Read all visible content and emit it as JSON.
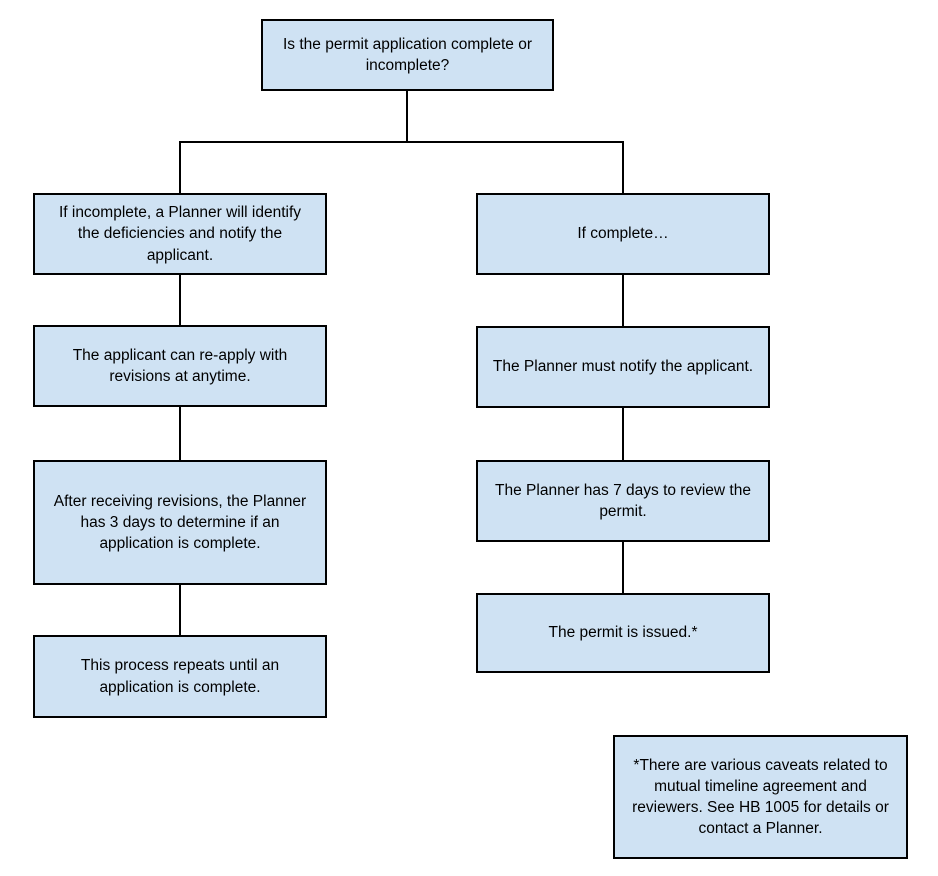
{
  "diagram": {
    "type": "flowchart",
    "topic": "Permit application completeness review process",
    "colors": {
      "box_fill": "#cfe2f3",
      "box_border": "#000000",
      "text": "#000000",
      "connector": "#000000",
      "background": "#ffffff"
    },
    "nodes": {
      "question": "Is the permit application complete or incomplete?",
      "incomplete_branch": {
        "step1": "If incomplete, a Planner will identify the deficiencies and notify the applicant.",
        "step2": "The applicant can re-apply with revisions at anytime.",
        "step3": "After receiving revisions, the Planner has 3 days to determine if an application is complete.",
        "step4": "This process repeats until an application is complete."
      },
      "complete_branch": {
        "step1": "If complete…",
        "step2": "The Planner must notify the applicant.",
        "step3": "The Planner has 7 days to review the permit.",
        "step4": "The permit is issued.*"
      },
      "footnote": "*There are various caveats related to mutual timeline agreement and reviewers. See HB 1005 for details or contact a Planner."
    }
  }
}
